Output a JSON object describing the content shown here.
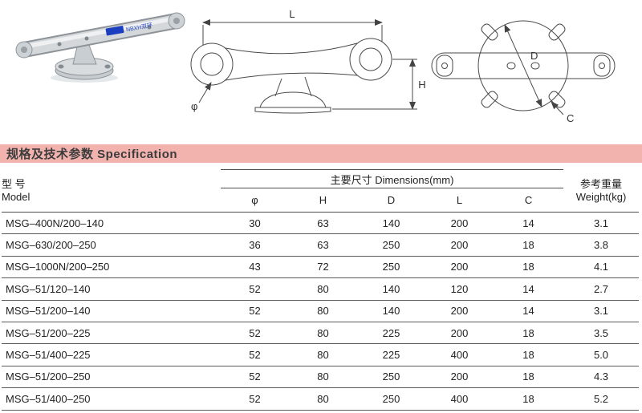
{
  "section_header": {
    "title": "规格及技术参数  Specification",
    "bg": "#f2b3ae"
  },
  "drawings": {
    "photo": {
      "logo_text": "NBXH双环"
    },
    "side_view": {
      "labels": {
        "L": "L",
        "phi": "φ",
        "H": "H"
      }
    },
    "top_view": {
      "labels": {
        "D": "D",
        "C": "C"
      }
    }
  },
  "table": {
    "model_header_cn": "型 号",
    "model_header_en": "Model",
    "dims_header": "主要尺寸  Dimensions(mm)",
    "weight_header_cn": "参考重量",
    "weight_header_en": "Weight(kg)",
    "columns": [
      "φ",
      "H",
      "D",
      "L",
      "C"
    ],
    "rows": [
      {
        "model": "MSG–400N/200–140",
        "phi": "30",
        "h": "63",
        "d": "140",
        "l": "200",
        "c": "14",
        "weight": "3.1"
      },
      {
        "model": "MSG–630/200–250",
        "phi": "36",
        "h": "63",
        "d": "250",
        "l": "200",
        "c": "18",
        "weight": "3.8"
      },
      {
        "model": "MSG–1000N/200–250",
        "phi": "43",
        "h": "72",
        "d": "250",
        "l": "200",
        "c": "18",
        "weight": "4.1"
      },
      {
        "model": "MSG–51/120–140",
        "phi": "52",
        "h": "80",
        "d": "140",
        "l": "120",
        "c": "14",
        "weight": "2.7"
      },
      {
        "model": "MSG–51/200–140",
        "phi": "52",
        "h": "80",
        "d": "140",
        "l": "200",
        "c": "14",
        "weight": "3.1"
      },
      {
        "model": "MSG–51/200–225",
        "phi": "52",
        "h": "80",
        "d": "225",
        "l": "200",
        "c": "18",
        "weight": "3.5"
      },
      {
        "model": "MSG–51/400–225",
        "phi": "52",
        "h": "80",
        "d": "225",
        "l": "400",
        "c": "18",
        "weight": "5.0"
      },
      {
        "model": "MSG–51/200–250",
        "phi": "52",
        "h": "80",
        "d": "250",
        "l": "200",
        "c": "18",
        "weight": "4.3"
      },
      {
        "model": "MSG–51/400–250",
        "phi": "52",
        "h": "80",
        "d": "250",
        "l": "400",
        "c": "18",
        "weight": "5.2"
      }
    ]
  }
}
